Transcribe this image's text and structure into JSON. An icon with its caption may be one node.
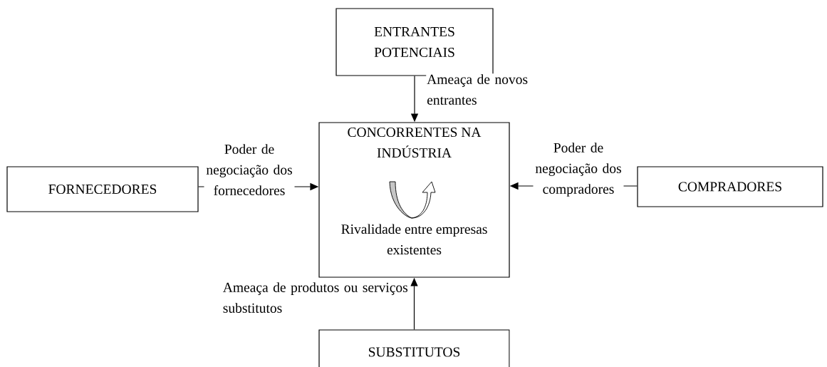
{
  "diagram": {
    "nodes": [
      {
        "text": [
          "ENTRANTES POTENCIAIS"
        ]
      },
      {
        "text": [
          "FORNECEDORES"
        ]
      },
      {
        "text": [
          "CONCORRENTES NA INDÚSTRIA",
          "Rivalidade entre empresas existentes"
        ]
      },
      {
        "text": [
          "COMPRADORES"
        ]
      },
      {
        "text": [
          "SUBSTITUTOS"
        ]
      }
    ],
    "edges": [
      {
        "from": 0,
        "to": 2,
        "arrow": "to",
        "label": "Ameaça de novos entrantes"
      },
      {
        "from": 1,
        "to": 2,
        "arrow": "to",
        "label": "Poder de negociação dos fornecedores"
      },
      {
        "from": 3,
        "to": 2,
        "arrow": "to",
        "label": "Poder de negociação dos compradores"
      },
      {
        "from": 4,
        "to": 2,
        "arrow": "to",
        "label": "Ameaça de produtos ou serviços substitutos"
      }
    ]
  }
}
